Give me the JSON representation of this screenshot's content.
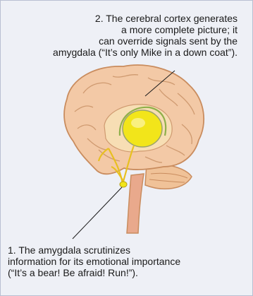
{
  "annotation_cortex": {
    "lines": [
      "2. The cerebral cortex generates",
      "a more complete picture; it",
      "can override signals sent by the",
      "amygdala (“It’s only Mike in a down coat”)."
    ]
  },
  "annotation_amygdala": {
    "lines": [
      "1. The amygdala scrutinizes",
      "information for its emotional importance",
      "(“It’s a bear! Be afraid! Run!”)."
    ]
  },
  "colors": {
    "background": "#eef0f6",
    "brain_fill": "#f3c9a6",
    "brain_outline": "#c98c5e",
    "amygdala_yellow": "#f2e51a",
    "pathway_yellow": "#e8c020"
  }
}
